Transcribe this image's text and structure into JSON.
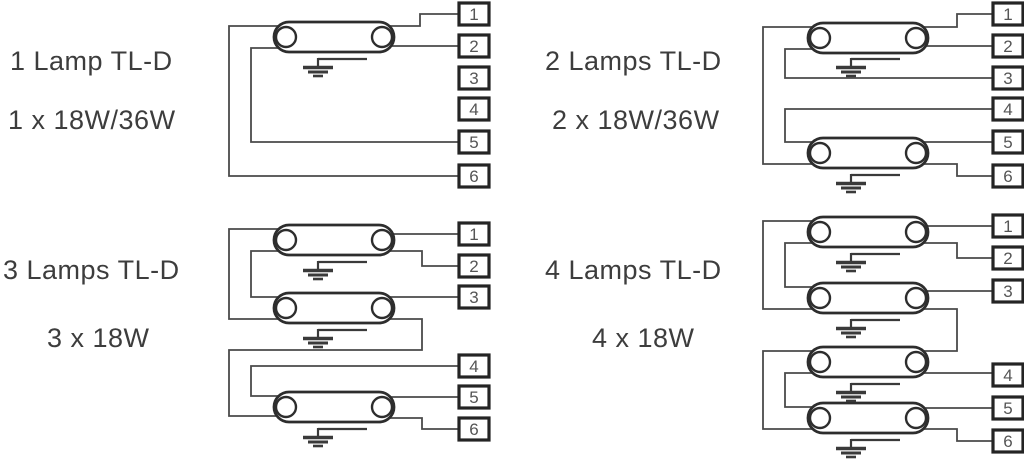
{
  "palette": {
    "background": "#ffffff",
    "wire_color": "#4a4a4a",
    "outline_color": "#2d2d2d",
    "terminal_border_color": "#242424",
    "terminal_digit_color": "#555555",
    "label_color": "#3d3d3d"
  },
  "diagrams": [
    {
      "title": "1 Lamp TL-D",
      "subtitle": "1 x 18W/36W",
      "lamp_count": 1,
      "terminals": [
        "1",
        "2",
        "3",
        "4",
        "5",
        "6"
      ]
    },
    {
      "title": "2 Lamps TL-D",
      "subtitle": "2 x 18W/36W",
      "lamp_count": 2,
      "terminals": [
        "1",
        "2",
        "3",
        "4",
        "5",
        "6"
      ]
    },
    {
      "title": "3 Lamps TL-D",
      "subtitle": "3 x 18W",
      "lamp_count": 3,
      "terminals": [
        "1",
        "2",
        "3",
        "4",
        "5",
        "6"
      ]
    },
    {
      "title": "4 Lamps TL-D",
      "subtitle": "4 x 18W",
      "lamp_count": 4,
      "terminals": [
        "1",
        "2",
        "3",
        "4",
        "5",
        "6"
      ]
    }
  ]
}
